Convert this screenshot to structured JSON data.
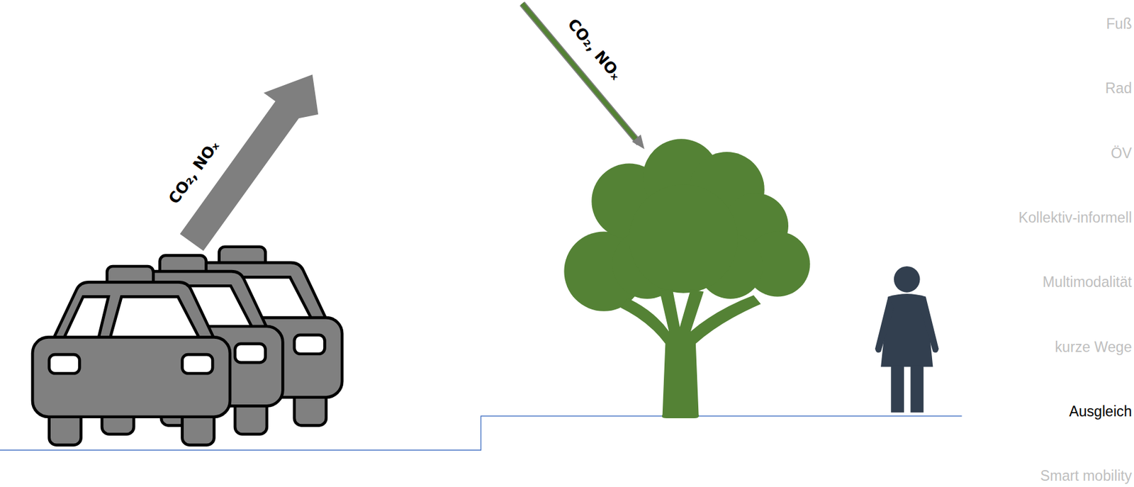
{
  "diagram": {
    "labels": [
      "CO₂, NOₓ",
      "CO₂, NOₓ",
      "Fuß",
      "Rad",
      "ÖV",
      "Kollektiv-informell",
      "Multimodalität",
      "kurze Wege",
      "Ausgleich",
      "Smart mobility"
    ]
  }
}
